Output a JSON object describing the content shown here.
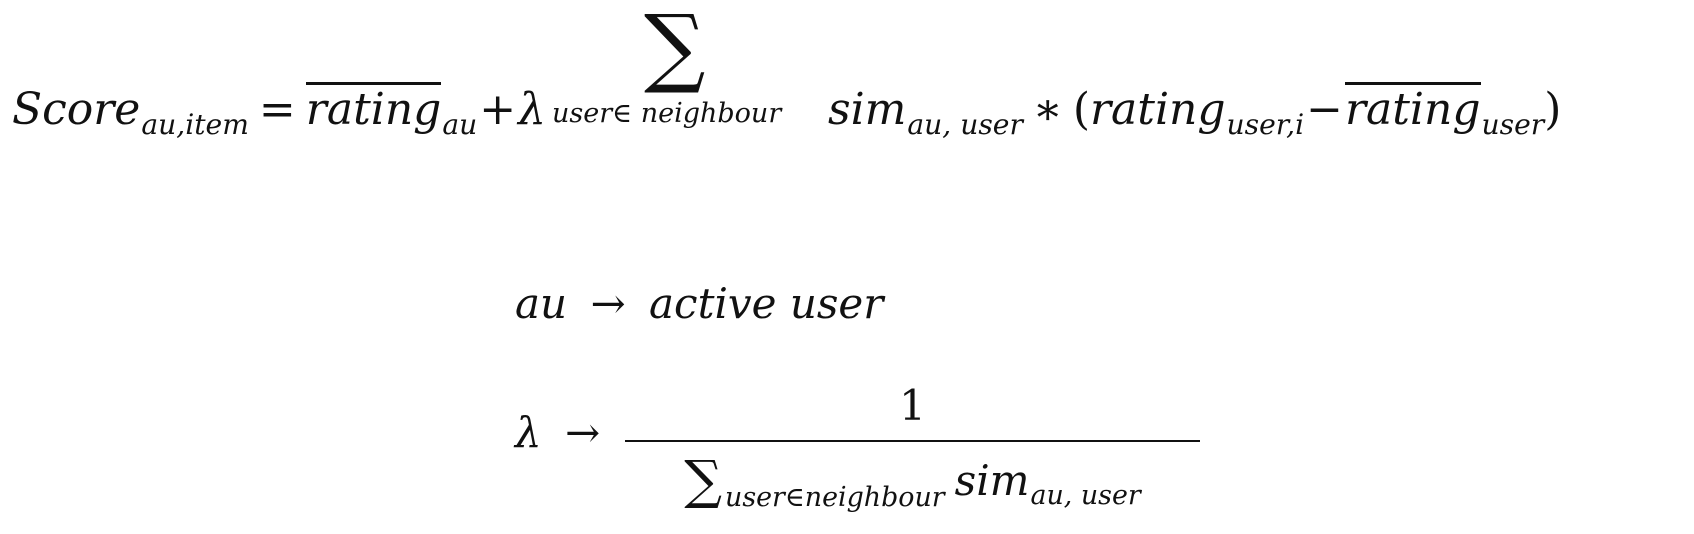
{
  "formula": {
    "score_var": "Score",
    "score_sub": "au,item",
    "equals": "=",
    "rating_bar": "rating",
    "rating_bar_sub": "au",
    "plus": "+",
    "lambda": "λ",
    "sum_symbol": "∑",
    "sum_under": "user∈ neighbour",
    "sim": "sim",
    "sim_sub": "au, user",
    "times": "∗",
    "open_paren": "(",
    "rating": "rating",
    "rating_sub": "user,i",
    "minus": "−",
    "rating_bar_2": "rating",
    "rating_bar_2_sub": "user",
    "close_paren": ")"
  },
  "definitions": {
    "au_lhs": "au",
    "au_arrow": "→",
    "au_rhs": "active user",
    "lambda_lhs": "λ",
    "lambda_arrow": "→",
    "numerator": "1",
    "denom_sum": "∑",
    "denom_sum_sub": "user∈neighbour",
    "denom_sim": "sim",
    "denom_sim_sub": "au, user"
  }
}
